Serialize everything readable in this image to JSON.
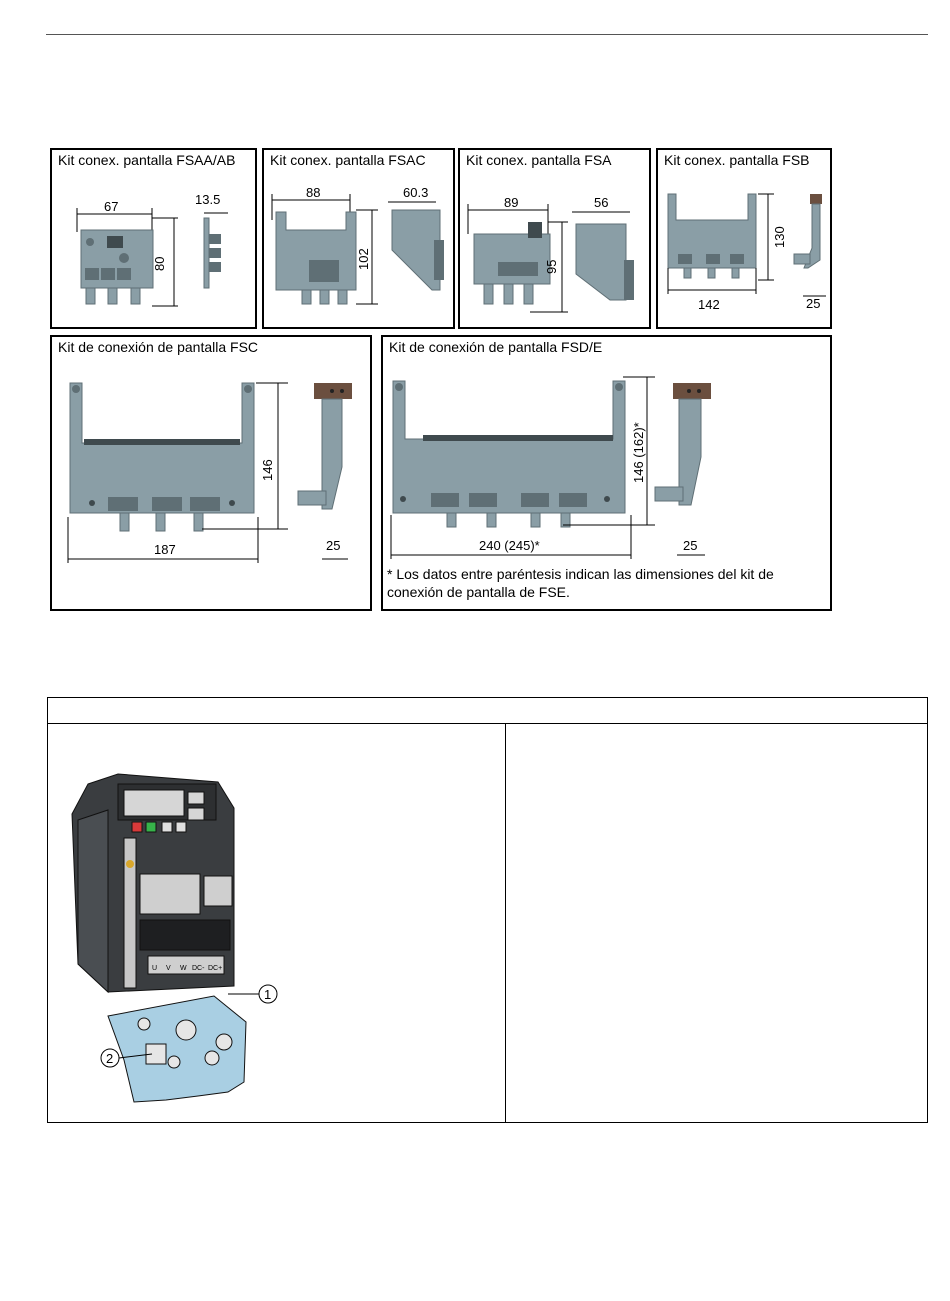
{
  "kits": {
    "fsaa": {
      "title": "Kit conex. pantalla FSAA/AB",
      "dim_width": "67",
      "dim_depth": "13.5",
      "dim_height": "80"
    },
    "fsac": {
      "title": "Kit conex. pantalla FSAC",
      "dim_width": "88",
      "dim_depth": "60.3",
      "dim_height": "102"
    },
    "fsa": {
      "title": "Kit conex. pantalla FSA",
      "dim_width": "89",
      "dim_depth": "56",
      "dim_height": "95"
    },
    "fsb": {
      "title": "Kit conex. pantalla FSB",
      "dim_width": "142",
      "dim_depth": "25",
      "dim_height": "130"
    },
    "fsc": {
      "title": "Kit de conexión de pantalla FSC",
      "dim_width": "187",
      "dim_depth": "25",
      "dim_height": "146"
    },
    "fsde": {
      "title": "Kit de conexión de pantalla FSD/E",
      "dim_width": "240 (245)*",
      "dim_depth": "25",
      "dim_height": "146 (162)*",
      "note": "* Los datos entre paréntesis indican las dimensiones del kit de conexión de pantalla de FSE."
    }
  },
  "table": {
    "callout_1": "1",
    "callout_2": "2",
    "terminal_labels": [
      "U",
      "V",
      "W",
      "DC-",
      "DC+"
    ]
  },
  "colors": {
    "plate": "#8a9ea6",
    "plate_dark": "#5f6f75",
    "plate_light": "#b3c3c9",
    "blue_plate": "#a9cfe3",
    "inverter_dark": "#2d2f31"
  }
}
